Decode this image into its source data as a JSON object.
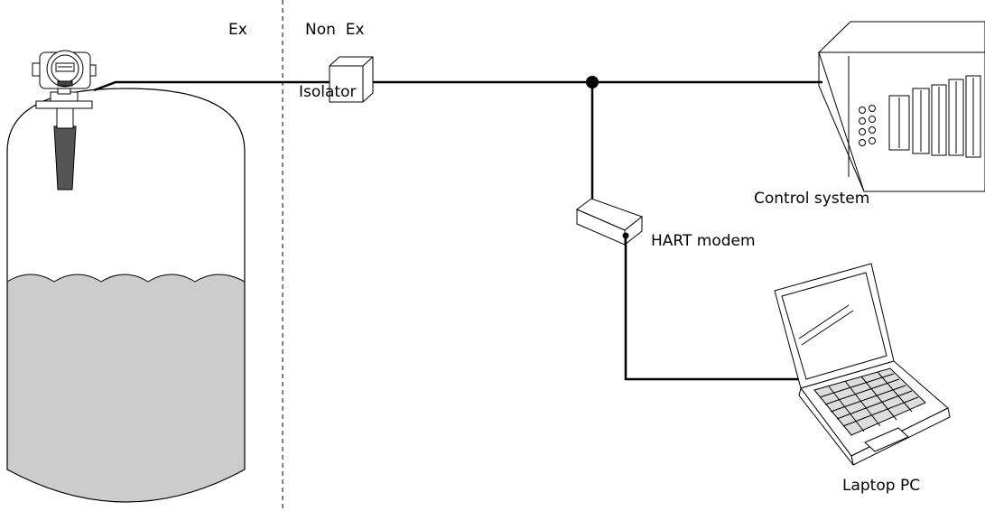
{
  "zones": {
    "ex": "Ex",
    "non_ex": "Non  Ex"
  },
  "labels": {
    "isolator": "Isolator",
    "control_system": "Control system",
    "hart_modem": "HART modem",
    "laptop_pc": "Laptop PC"
  },
  "colors": {
    "line": "#000000",
    "liquid": "#cccccc",
    "background": "#ffffff"
  }
}
